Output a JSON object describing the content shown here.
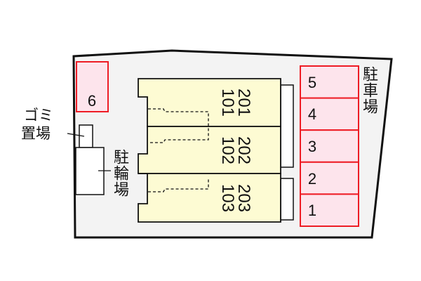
{
  "site": {
    "parking_label": "駐車場",
    "bicycle_label": "駐輪場",
    "garbage_label": [
      "ゴミ",
      "置場"
    ]
  },
  "parking_spaces": [
    "5",
    "4",
    "3",
    "2",
    "1"
  ],
  "parking_space_extra": "6",
  "units": [
    {
      "upper": "201",
      "lower": "101"
    },
    {
      "upper": "202",
      "lower": "102"
    },
    {
      "upper": "203",
      "lower": "103"
    }
  ],
  "colors": {
    "lot": "#f3f3f3",
    "building": "#fdfbd3",
    "parking_fill": "#fde4ec",
    "parking_stroke": "#ee1c25"
  }
}
